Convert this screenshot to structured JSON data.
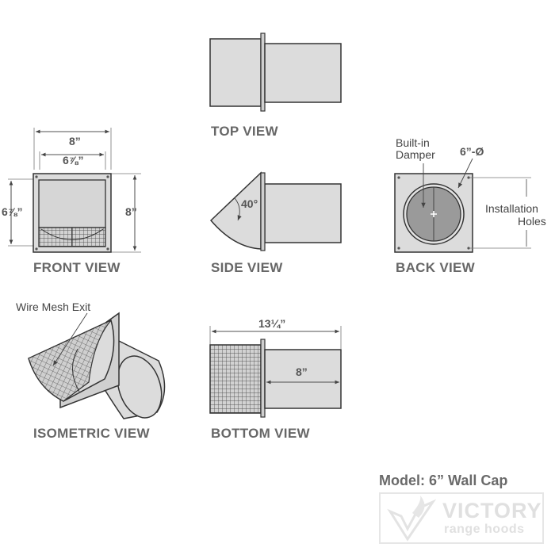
{
  "views": {
    "top": "TOP VIEW",
    "front": "FRONT VIEW",
    "side": "SIDE VIEW",
    "back": "BACK VIEW",
    "isometric": "ISOMETRIC VIEW",
    "bottom": "BOTTOM VIEW"
  },
  "dimensions": {
    "front_outer_width": "8”",
    "front_inner_width": "6⅞”",
    "front_inner_height": "6⅞”",
    "front_outer_height": "8”",
    "side_angle": "40°",
    "back_diameter": "6”-Ø",
    "bottom_total_length": "13¼”",
    "bottom_duct_width": "8”"
  },
  "callouts": {
    "built_in_damper_line1": "Built-in",
    "built_in_damper_line2": "Damper",
    "installation_holes_line1": "Installation",
    "installation_holes_line2": "Holes",
    "wire_mesh_exit": "Wire Mesh Exit"
  },
  "model": {
    "label": "Model:",
    "name": "6” Wall Cap"
  },
  "brand": {
    "name": "VICTORY",
    "tagline": "range hoods"
  },
  "colors": {
    "body_fill": "#dcdcdc",
    "outline": "#333333",
    "label_gray": "#676767"
  }
}
